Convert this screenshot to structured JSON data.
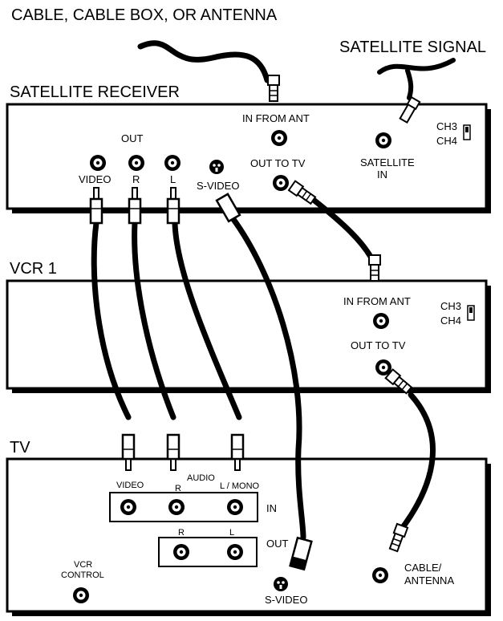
{
  "labels": {
    "cable_source": "CABLE, CABLE BOX, OR ANTENNA",
    "satellite_signal": "SATELLITE SIGNAL",
    "satellite_receiver": "SATELLITE RECEIVER",
    "vcr1": "VCR 1",
    "tv": "TV"
  },
  "receiver": {
    "in_from_ant": "IN FROM ANT",
    "out_to_tv": "OUT TO TV",
    "satellite_in_1": "SATELLITE",
    "satellite_in_2": "IN",
    "ch3": "CH3",
    "ch4": "CH4",
    "out": "OUT",
    "video": "VIDEO",
    "r": "R",
    "l": "L",
    "s_video": "S-VIDEO"
  },
  "vcr": {
    "in_from_ant": "IN FROM ANT",
    "out_to_tv": "OUT TO TV",
    "ch3": "CH3",
    "ch4": "CH4"
  },
  "tv": {
    "video": "VIDEO",
    "audio": "AUDIO",
    "r": "R",
    "l_mono": "L / MONO",
    "in": "IN",
    "r2": "R",
    "l2": "L",
    "out": "OUT",
    "vcr_control_1": "VCR",
    "vcr_control_2": "CONTROL",
    "s_video": "S-VIDEO",
    "cable_antenna_1": "CABLE/",
    "cable_antenna_2": "ANTENNA"
  }
}
